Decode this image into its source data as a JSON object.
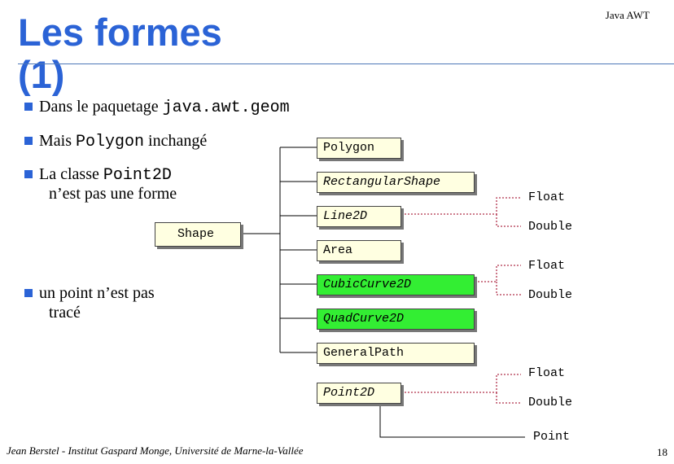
{
  "header": {
    "title": "Les formes (1)",
    "topic": "Java AWT"
  },
  "bullets": {
    "b1_prefix": "Dans le paquetage ",
    "b1_code": "java.awt.geom",
    "b2_prefix": "Mais ",
    "b2_code": "Polygon",
    "b2_suffix": " inchangé",
    "b3_prefix": "La classe ",
    "b3_code": "Point2D",
    "b3_line2": "n’est pas une forme",
    "b4_line1": "un point n’est pas",
    "b4_line2": "tracé"
  },
  "diagram": {
    "root": "Shape",
    "classes": [
      "Polygon",
      "RectangularShape",
      "Line2D",
      "Area",
      "CubicCurve2D",
      "QuadCurve2D",
      "GeneralPath",
      "Point2D"
    ],
    "subclasses": {
      "line2d": [
        "Float",
        "Double"
      ],
      "cubic": [
        "Float",
        "Double"
      ],
      "point2d": [
        "Float",
        "Double"
      ],
      "point": "Point"
    },
    "colors": {
      "yellow_box": "#ffffe1",
      "green_box": "#33ee33",
      "title_blue": "#2b63d6",
      "dotted_red": "#b0304a"
    }
  },
  "footer": {
    "credit": "Jean Berstel -  Institut Gaspard Monge, Université de Marne-la-Vallée",
    "page": "18"
  }
}
